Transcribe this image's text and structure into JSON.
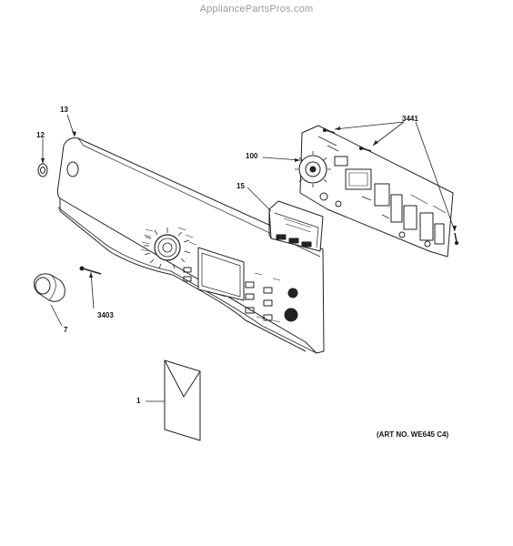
{
  "watermark": "AppliancePartsPros.com",
  "art_number": "(ART NO. WE645 C4)",
  "callouts": {
    "c13": "13",
    "c12": "12",
    "c7": "7",
    "c3403": "3403",
    "c1": "1",
    "c15": "15",
    "c100": "100",
    "c3441": "3441"
  }
}
